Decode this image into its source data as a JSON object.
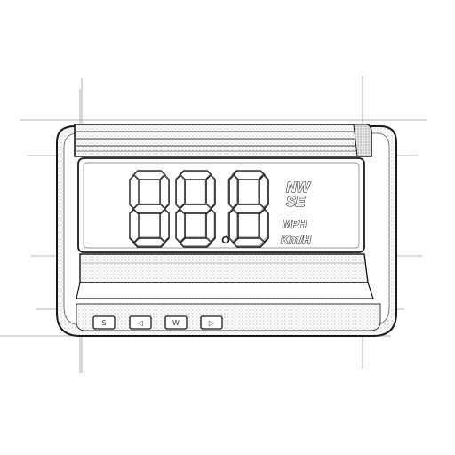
{
  "display": {
    "readout": "88.8",
    "compass_top": "NW",
    "compass_bottom": "SE",
    "unit_mph": "MPH",
    "unit_kmh": "Km/H"
  },
  "buttons": [
    {
      "icon": "set-icon",
      "glyph": "S"
    },
    {
      "icon": "left-arrow-icon",
      "glyph": "◁"
    },
    {
      "icon": "menu-icon",
      "glyph": "W"
    },
    {
      "icon": "right-arrow-icon",
      "glyph": "▷"
    }
  ],
  "colors": {
    "line": "#1a1a1a",
    "shade": "#bfbfbf",
    "background": "#ffffff"
  }
}
